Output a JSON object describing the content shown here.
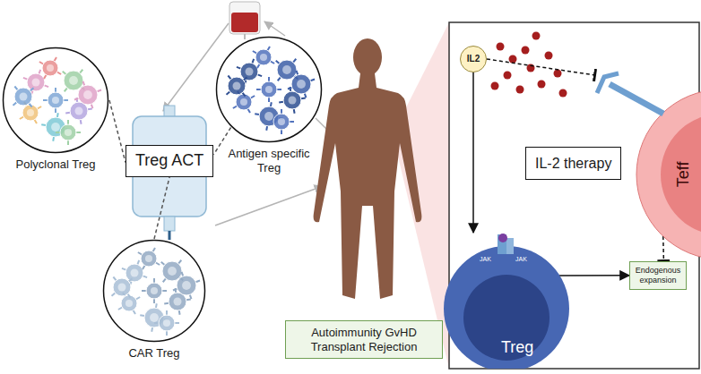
{
  "diagram": {
    "nodes": [
      {
        "text": [
          "Polyclonal Treg"
        ]
      },
      {
        "text": [
          "Antigen specific Treg"
        ]
      },
      {
        "text": [
          "Treg ACT"
        ]
      },
      {
        "text": [
          "CAR Treg"
        ]
      },
      {
        "text": [
          "Autoimmunity GvHD Transplant Rejection"
        ]
      },
      {
        "text": [
          "IL2"
        ]
      },
      {
        "text": [
          "Teff"
        ]
      },
      {
        "text": [
          "IL-2 therapy"
        ]
      },
      {
        "text": [
          "Treg"
        ]
      },
      {
        "text": [
          "Endogenous expansion"
        ]
      }
    ],
    "edges": [
      {
        "from": 0,
        "to": 2,
        "arrow": "none"
      },
      {
        "from": 1,
        "to": 2,
        "arrow": "none"
      },
      {
        "from": 3,
        "to": 2,
        "arrow": "none"
      },
      {
        "from": 5,
        "to": 8,
        "arrow": "to"
      },
      {
        "from": 8,
        "to": 9,
        "arrow": "to"
      },
      {
        "from": 6,
        "to": 9,
        "arrow": "to"
      },
      {
        "from": 5,
        "to": 6,
        "arrow": "to"
      }
    ],
    "labels": [
      "JAK",
      "JAK"
    ]
  }
}
